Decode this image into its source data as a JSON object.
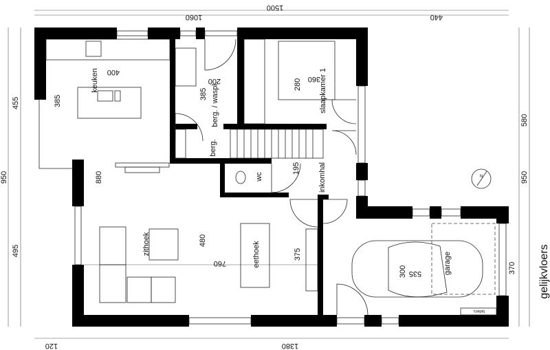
{
  "title": "gelijkvloers",
  "dimensions": {
    "top_total": "1500",
    "top_left": "1060",
    "top_right": "440",
    "left_total": "950",
    "left_upper": "455",
    "left_lower": "495",
    "right_total": "950",
    "right_upper": "580",
    "garage_depth": "370",
    "bottom_left": "120",
    "bottom_main": "1380"
  },
  "rooms": {
    "keuken": {
      "label": "keuken",
      "width": "400",
      "depth": "385"
    },
    "wasplaats": {
      "label": "berg. / waspl.",
      "width": "200",
      "depth": "385"
    },
    "slaapkamer": {
      "label": "slaapkamer 1",
      "width": "360",
      "depth": "280"
    },
    "berging": {
      "label": "berg."
    },
    "wc": {
      "label": "wc"
    },
    "inkomhal": {
      "label": "inkomhal",
      "depth": "195"
    },
    "living": {
      "depth": "880",
      "width": "760"
    },
    "zithoek": {
      "label": "zithoek"
    },
    "eethoek": {
      "label": "eethoek",
      "depth": "480"
    },
    "hal_depth": "375",
    "garage": {
      "label": "garage",
      "width": "300",
      "depth": "535"
    },
    "tellers": "tellers"
  },
  "icons": {
    "north_arrow": "north-arrow-icon",
    "car": "car-icon"
  },
  "colors": {
    "walls": "#000000",
    "lines": "#222222"
  }
}
